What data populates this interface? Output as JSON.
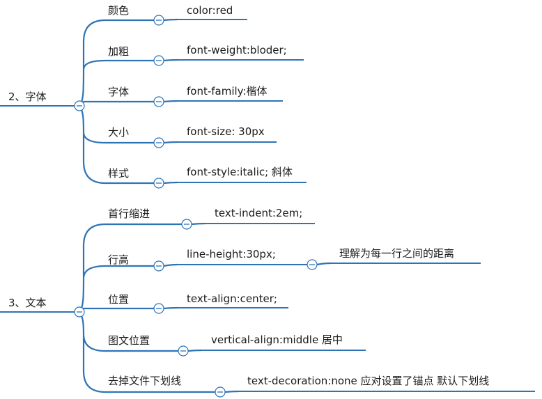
{
  "branches": [
    {
      "label": "2、字体",
      "children": [
        {
          "label": "颜色",
          "value": "color:red"
        },
        {
          "label": "加粗",
          "value": "font-weight:bloder;"
        },
        {
          "label": "字体",
          "value": "font-family:楷体"
        },
        {
          "label": "大小",
          "value": "font-size: 30px"
        },
        {
          "label": "样式",
          "value": "font-style:italic; 斜体"
        }
      ]
    },
    {
      "label": "3、文本",
      "children": [
        {
          "label": "首行缩进",
          "value": "text-indent:2em;"
        },
        {
          "label": "行高",
          "value": "line-height:30px;",
          "note": "理解为每一行之间的距离"
        },
        {
          "label": "位置",
          "value": "text-align:center;"
        },
        {
          "label": "图文位置",
          "value": "vertical-align:middle 居中"
        },
        {
          "label": "去掉文件下划线",
          "value": "text-decoration:none 应对设置了锚点 默认下划线"
        }
      ]
    }
  ]
}
